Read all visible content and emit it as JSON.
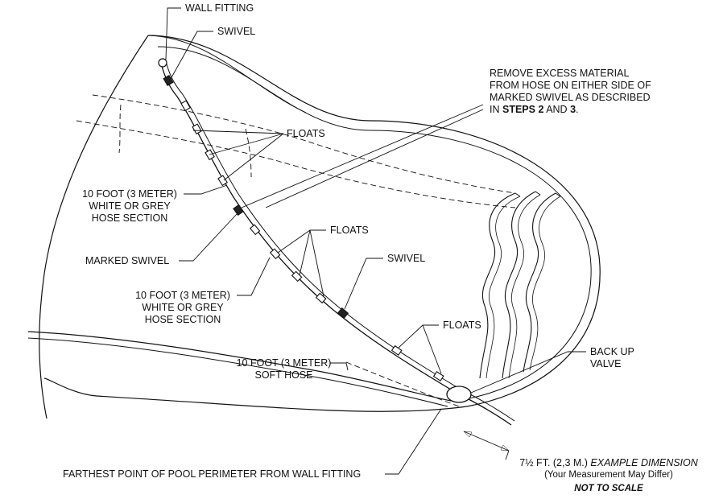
{
  "labels": {
    "wall_fitting": "WALL FITTING",
    "swivel_top": "SWIVEL",
    "remove_line1": "REMOVE EXCESS MATERIAL",
    "remove_line2": "FROM HOSE ON EITHER SIDE OF",
    "remove_line3": "MARKED SWIVEL AS DESCRIBED",
    "remove_line4_prefix": "IN ",
    "remove_line4_bold": "STEPS 2",
    "remove_line4_mid": " AND ",
    "remove_line4_bold2": "3",
    "remove_line4_suffix": ".",
    "floats_1": "FLOATS",
    "hose1_line1": "10 FOOT (3 METER)",
    "hose1_line2": "WHITE OR GREY",
    "hose1_line3": "HOSE SECTION",
    "marked_swivel": "MARKED SWIVEL",
    "floats_2": "FLOATS",
    "swivel_mid": "SWIVEL",
    "hose2_line1": "10 FOOT (3 METER)",
    "hose2_line2": "WHITE OR GREY",
    "hose2_line3": "HOSE SECTION",
    "floats_3": "FLOATS",
    "soft_line1": "10 FOOT (3 METER)",
    "soft_line2": "SOFT HOSE",
    "backup_line1": "BACK UP",
    "backup_line2": "VALVE",
    "farthest": "FARTHEST POINT OF POOL PERIMETER FROM WALL FITTING",
    "dim_prefix": "7½ FT. (2,3 M.) ",
    "dim_italic": "EXAMPLE DIMENSION",
    "dim_note": "(Your Measurement May Differ)",
    "not_to_scale": "NOT TO SCALE"
  }
}
